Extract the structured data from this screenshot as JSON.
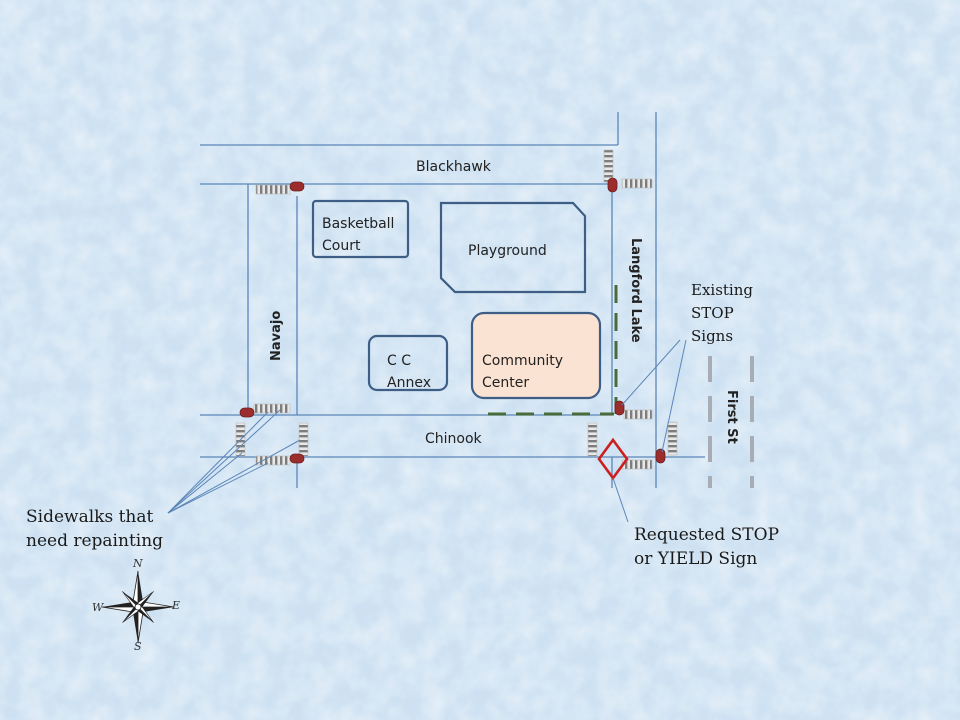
{
  "streets": {
    "blackhawk": "Blackhawk",
    "chinook": "Chinook",
    "navajo": "Navajo",
    "langford_lake": "Langford Lake",
    "first_st": "First St"
  },
  "facilities": {
    "basketball_court": [
      "Basketball",
      "Court"
    ],
    "playground": "Playground",
    "cc_annex": [
      "C C",
      "Annex"
    ],
    "community_center": [
      "Community",
      "Center"
    ]
  },
  "legend": {
    "existing_stop_signs": [
      "Existing",
      "STOP",
      "Signs"
    ],
    "sidewalks": [
      "Sidewalks that",
      "need repainting"
    ],
    "requested_sign": [
      "Requested STOP",
      "or YIELD Sign"
    ]
  },
  "compass": {
    "n": "N",
    "s": "S",
    "e": "E",
    "w": "W"
  },
  "colors": {
    "road_line": "#5b86b8",
    "stop_sign": "#9b2d2d",
    "requested_sign": "#cc1f1f",
    "community_center_fill": "#fbe3d3",
    "building_stroke": "#3e5e86",
    "dashed_path": "#4a6b3a"
  }
}
